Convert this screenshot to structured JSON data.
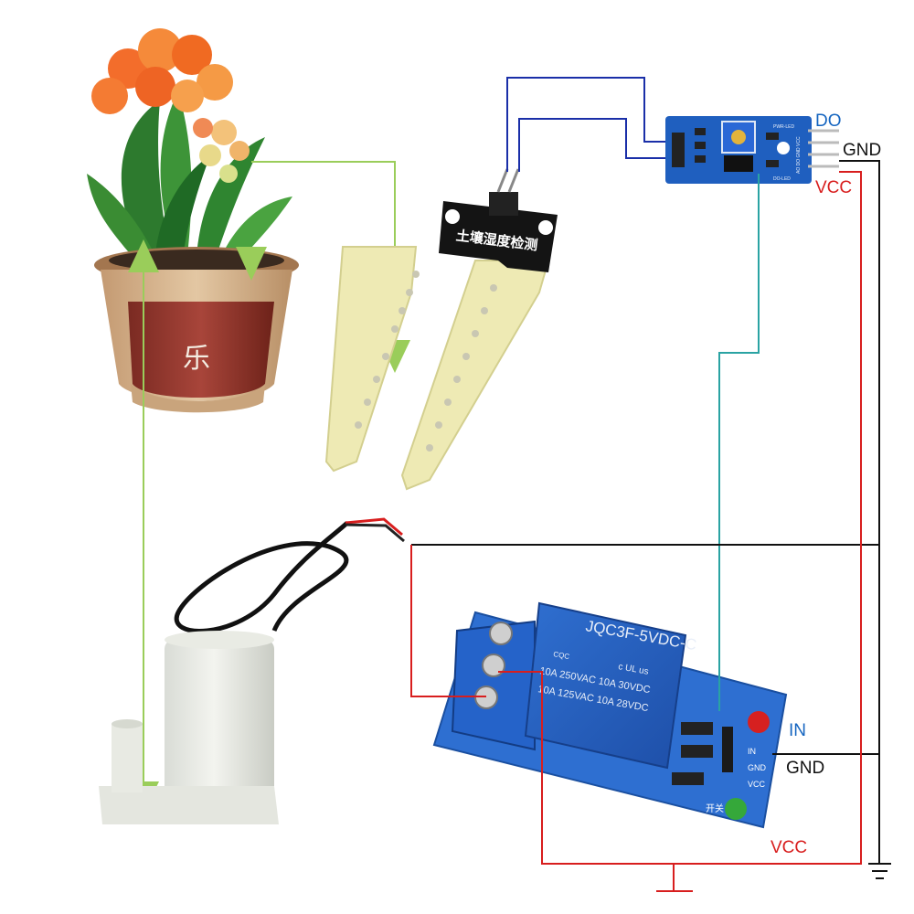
{
  "sensor_board": {
    "pin_labels": {
      "do": "DO",
      "gnd": "GND",
      "vcc": "VCC"
    },
    "silk": {
      "pwr": "PWR-LED",
      "do": "DO-LED",
      "pins": "AO DO GND VCC"
    }
  },
  "probe": {
    "label": "土壤湿度检测"
  },
  "relay": {
    "pin_labels": {
      "in": "IN",
      "gnd": "GND",
      "vcc": "VCC"
    },
    "model": "JQC3F-5VDC-C",
    "rating_1": "10A 250VAC 10A 30VDC",
    "rating_2": "10A 125VAC 10A 28VDC",
    "brand": "CQC",
    "cert": "c UL us",
    "silk_pins": [
      "IN",
      "GND",
      "VCC"
    ],
    "silk_cn": "开关"
  },
  "pot": {
    "mark": "乐"
  },
  "colors": {
    "sensor_wire": "#1a2fa8",
    "signal_wire": "#2aa3a3",
    "power_wire": "#d81e1e",
    "ground_wire": "#111111",
    "water_arrow": "#9acd5a",
    "label_blue": "#1565c0",
    "label_red": "#d81e1e"
  }
}
